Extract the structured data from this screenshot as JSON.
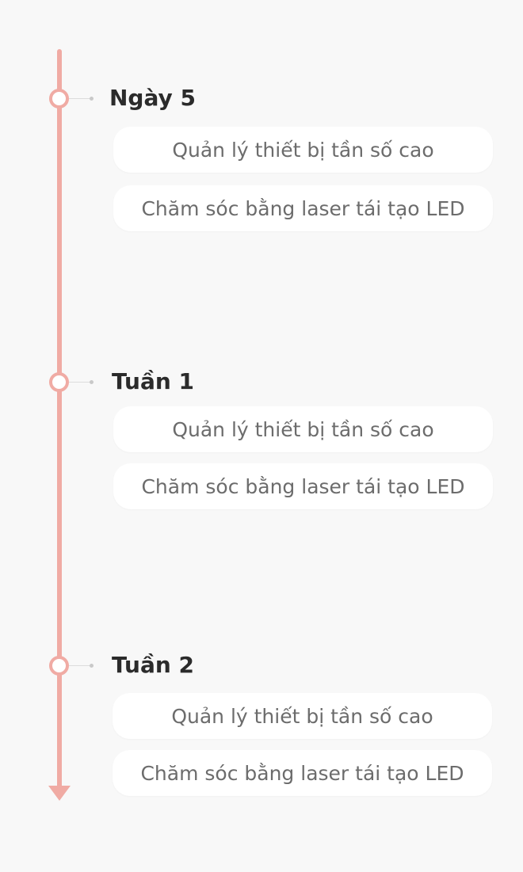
{
  "timeline": {
    "stages": [
      {
        "title": "Ngày 5",
        "services": [
          "Quản lý thiết bị tần số cao",
          "Chăm sóc bằng laser tái tạo LED"
        ]
      },
      {
        "title": "Tuần 1",
        "services": [
          "Quản lý thiết bị tần số cao",
          "Chăm sóc bằng laser tái tạo LED"
        ]
      },
      {
        "title": "Tuần 2",
        "services": [
          "Quản lý thiết bị tần số cao",
          "Chăm sóc bằng laser tái tạo LED"
        ]
      }
    ],
    "colors": {
      "line": "#f0aba4",
      "background": "#f8f8f8",
      "card": "#ffffff",
      "title_text": "#2b2b2b",
      "card_text": "#6c6c6c"
    }
  }
}
